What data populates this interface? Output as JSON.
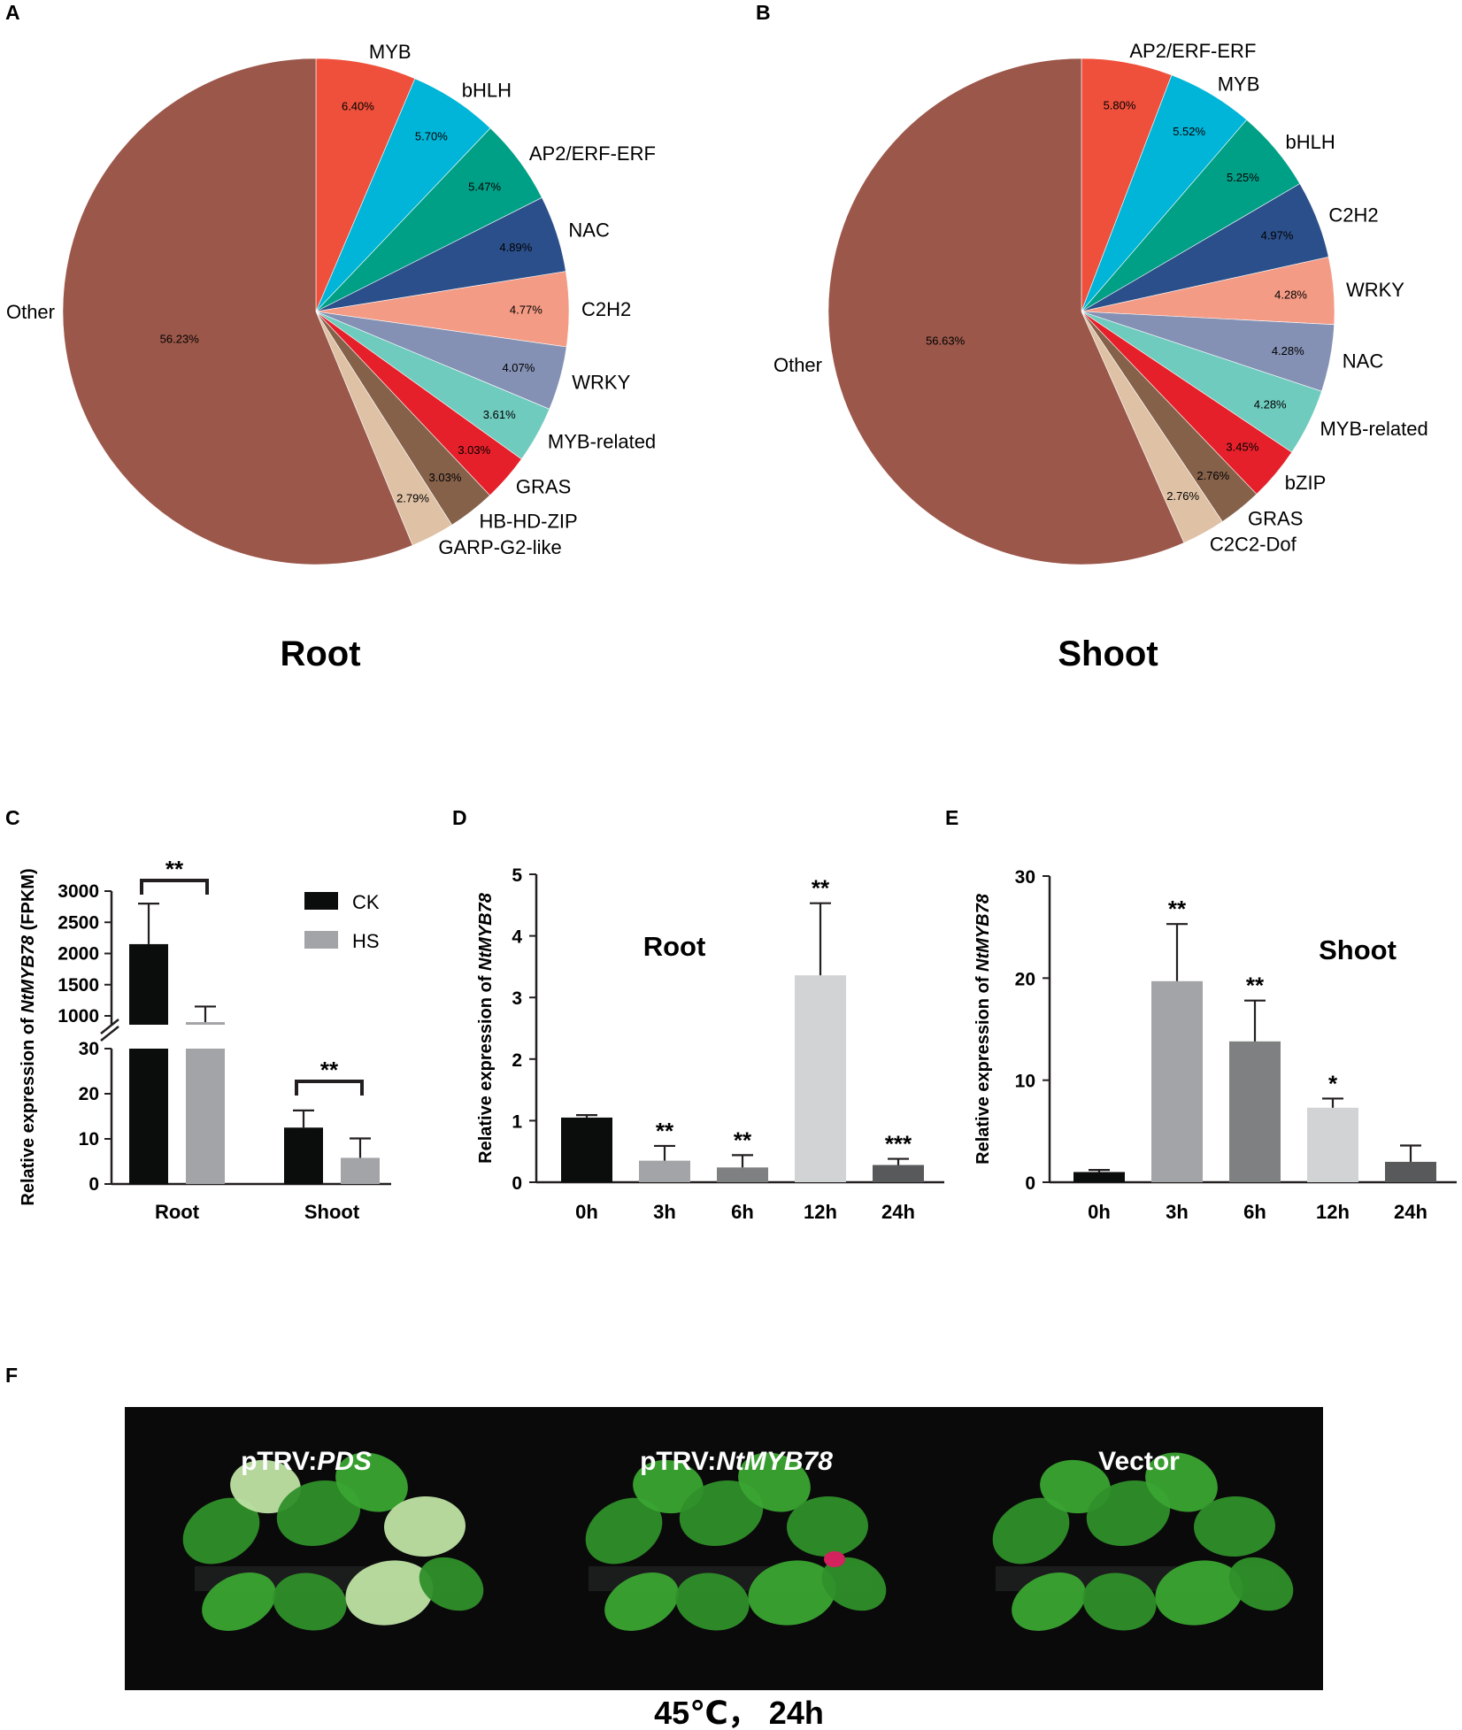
{
  "panels": {
    "a": "A",
    "b": "B",
    "c": "C",
    "d": "D",
    "e": "E",
    "f": "F"
  },
  "chart_data": [
    {
      "panel": "A",
      "type": "pie",
      "title": "Root",
      "slices": [
        {
          "label": "MYB",
          "value": 6.4,
          "pct": "6.40%",
          "color": "#ee503b"
        },
        {
          "label": "bHLH",
          "value": 5.7,
          "pct": "5.70%",
          "color": "#00b5d8"
        },
        {
          "label": "AP2/ERF-ERF",
          "value": 5.47,
          "pct": "5.47%",
          "color": "#00a087"
        },
        {
          "label": "NAC",
          "value": 4.89,
          "pct": "4.89%",
          "color": "#2b4f8a"
        },
        {
          "label": "C2H2",
          "value": 4.77,
          "pct": "4.77%",
          "color": "#f49b85"
        },
        {
          "label": "WRKY",
          "value": 4.07,
          "pct": "4.07%",
          "color": "#8491b4"
        },
        {
          "label": "MYB-related",
          "value": 3.61,
          "pct": "3.61%",
          "color": "#6fcbbe"
        },
        {
          "label": "GRAS",
          "value": 3.03,
          "pct": "3.03%",
          "color": "#e5202a"
        },
        {
          "label": "HB-HD-ZIP",
          "value": 3.03,
          "pct": "3.03%",
          "color": "#85614a"
        },
        {
          "label": "GARP-G2-like",
          "value": 2.79,
          "pct": "2.79%",
          "color": "#dfc1a5"
        },
        {
          "label": "Other",
          "value": 56.23,
          "pct": "56.23%",
          "color": "#9b574a"
        }
      ]
    },
    {
      "panel": "B",
      "type": "pie",
      "title": "Shoot",
      "slices": [
        {
          "label": "AP2/ERF-ERF",
          "value": 5.8,
          "pct": "5.80%",
          "color": "#ee503b"
        },
        {
          "label": "MYB",
          "value": 5.52,
          "pct": "5.52%",
          "color": "#00b5d8"
        },
        {
          "label": "bHLH",
          "value": 5.25,
          "pct": "5.25%",
          "color": "#00a087"
        },
        {
          "label": "C2H2",
          "value": 4.97,
          "pct": "4.97%",
          "color": "#2b4f8a"
        },
        {
          "label": "WRKY",
          "value": 4.28,
          "pct": "4.28%",
          "color": "#f49b85"
        },
        {
          "label": "NAC",
          "value": 4.28,
          "pct": "4.28%",
          "color": "#8491b4"
        },
        {
          "label": "MYB-related",
          "value": 4.28,
          "pct": "4.28%",
          "color": "#6fcbbe"
        },
        {
          "label": "bZIP",
          "value": 3.45,
          "pct": "3.45%",
          "color": "#e5202a"
        },
        {
          "label": "GRAS",
          "value": 2.76,
          "pct": "2.76%",
          "color": "#85614a"
        },
        {
          "label": "C2C2-Dof",
          "value": 2.76,
          "pct": "2.76%",
          "color": "#dfc1a5"
        },
        {
          "label": "Other",
          "value": 56.63,
          "pct": "56.63%",
          "color": "#9b574a"
        }
      ]
    },
    {
      "panel": "C",
      "type": "bar",
      "ylabel_prefix": "Relative expression of ",
      "ylabel_gene": "NtMYB78",
      "ylabel_suffix": " (FPKM)",
      "categories": [
        "Root",
        "Shoot"
      ],
      "series": [
        {
          "name": "CK",
          "values": [
            2150,
            12.5
          ],
          "errors": [
            650,
            3.8
          ],
          "color": "#0b0d0d"
        },
        {
          "name": "HS",
          "values": [
            900,
            5.8
          ],
          "errors": [
            250,
            4.3
          ],
          "color": "#a3a4a7"
        }
      ],
      "yaxis_break": {
        "lower_ylim": [
          0,
          30
        ],
        "upper_ylim": [
          1000,
          3000
        ]
      },
      "lower_ticks": [
        "0",
        "10",
        "20",
        "30"
      ],
      "upper_ticks": [
        "1000",
        "1500",
        "2000",
        "2500",
        "3000"
      ],
      "significance": [
        "**",
        "**"
      ]
    },
    {
      "panel": "D",
      "type": "bar",
      "title": "Root",
      "ylabel_prefix": "Relative expression of ",
      "ylabel_gene": "NtMYB78",
      "categories": [
        "0h",
        "3h",
        "6h",
        "12h",
        "24h"
      ],
      "values": [
        1.05,
        0.35,
        0.24,
        3.36,
        0.28
      ],
      "errors": [
        0.04,
        0.24,
        0.2,
        1.17,
        0.1
      ],
      "colors": [
        "#0b0d0d",
        "#a3a4a7",
        "#7f8081",
        "#d1d3d4",
        "#58595b"
      ],
      "significance": [
        "",
        "**",
        "**",
        "**",
        "***"
      ],
      "ylim": [
        0,
        5
      ],
      "yticks": [
        "0",
        "1",
        "2",
        "3",
        "4",
        "5"
      ]
    },
    {
      "panel": "E",
      "type": "bar",
      "title": "Shoot",
      "ylabel_prefix": "Relative expression of ",
      "ylabel_gene": "NtMYB78",
      "categories": [
        "0h",
        "3h",
        "6h",
        "12h",
        "24h"
      ],
      "values": [
        1.0,
        19.7,
        13.8,
        7.3,
        2.0
      ],
      "errors": [
        0.2,
        5.6,
        4.0,
        0.9,
        1.6
      ],
      "colors": [
        "#0b0d0d",
        "#a3a4a7",
        "#7f8081",
        "#d1d3d4",
        "#58595b"
      ],
      "significance": [
        "",
        "**",
        "**",
        "*",
        ""
      ],
      "ylim": [
        0,
        30
      ],
      "yticks": [
        "0",
        "10",
        "20",
        "30"
      ]
    }
  ],
  "photo": {
    "labels": [
      {
        "prefix": "pTRV:",
        "gene": "PDS"
      },
      {
        "prefix": "pTRV:",
        "gene": "NtMYB78"
      },
      {
        "prefix": "Vector",
        "gene": ""
      }
    ],
    "caption": "45℃， 24h",
    "background": "#0a0a0a",
    "plant_color": "#3aa531"
  }
}
